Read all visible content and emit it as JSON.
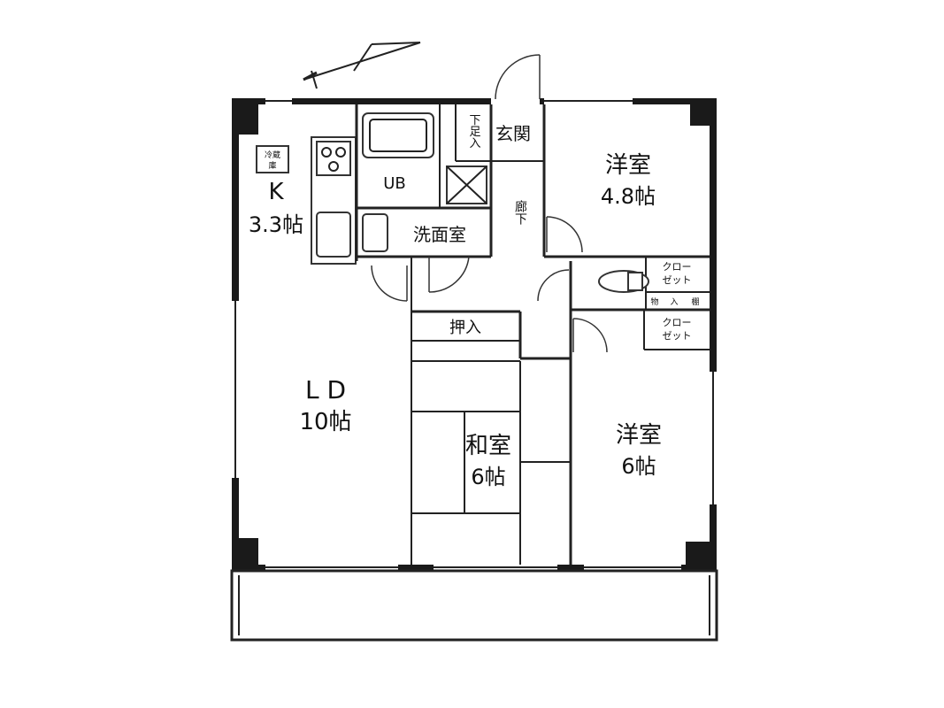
{
  "rooms": {
    "kitchen": {
      "name": "K",
      "size": "3.3帖"
    },
    "living_dining": {
      "name": "L D",
      "size": "10帖"
    },
    "western_room_1": {
      "name": "洋室",
      "size": "4.8帖"
    },
    "western_room_2": {
      "name": "洋室",
      "size": "6帖"
    },
    "japanese_room": {
      "name": "和室",
      "size": "6帖"
    },
    "unit_bath": {
      "name": "UB"
    },
    "washroom": {
      "name": "洗面室"
    },
    "entrance": {
      "name": "玄関"
    },
    "shoe_storage": {
      "name": "下足入"
    },
    "hallway": {
      "name": "廊下"
    },
    "oshiire": {
      "name": "押入"
    },
    "closet_1": {
      "line1": "クロー",
      "line2": "ゼット"
    },
    "closet_2": {
      "line1": "クロー",
      "line2": "ゼット"
    },
    "fridge": {
      "line1": "冷蔵",
      "line2": "庫"
    },
    "storage_labels": [
      "物",
      "入",
      "棚"
    ]
  }
}
